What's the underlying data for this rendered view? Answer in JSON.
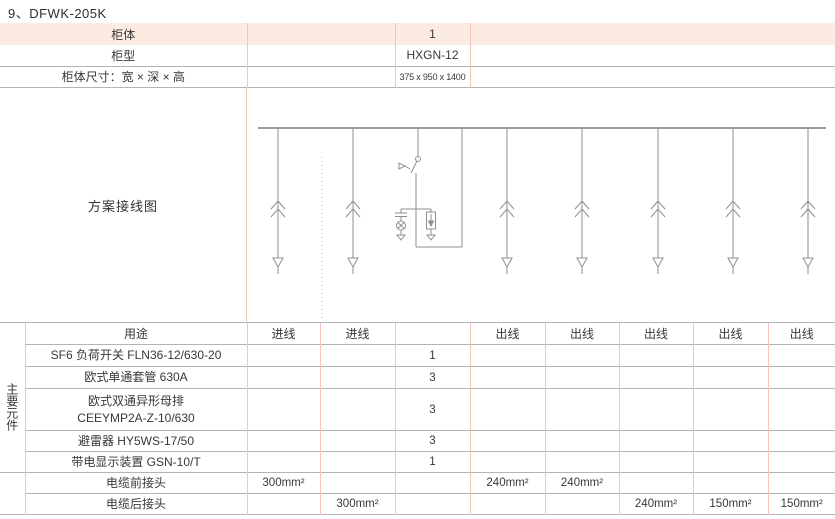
{
  "title": "9、DFWK-205K",
  "colors": {
    "row_highlight": "#fcebe1",
    "pink_border": "#f2c4bd",
    "gray_border": "#b4b4b4",
    "diagram_stroke": "#8f8f8f"
  },
  "spec_table": {
    "rows": [
      {
        "label": "柜体",
        "value": "1"
      },
      {
        "label": "柜型",
        "value": "HXGN-12"
      },
      {
        "label": "柜体尺寸：宽 × 深 × 高",
        "value": "375 x 950 x 1400"
      }
    ]
  },
  "diagram": {
    "label": "方案接线图"
  },
  "components_table": {
    "group_label": "主要元件",
    "header": [
      "用途",
      "进线",
      "进线",
      "",
      "出线",
      "出线",
      "出线",
      "出线",
      "出线"
    ],
    "rows": [
      {
        "label": "SF6 负荷开关 FLN36-12/630-20",
        "cells": [
          "",
          "",
          "1",
          "",
          "",
          "",
          "",
          ""
        ]
      },
      {
        "label": "欧式单通套管 630A",
        "cells": [
          "",
          "",
          "3",
          "",
          "",
          "",
          "",
          ""
        ]
      },
      {
        "label": "欧式双通异形母排\nCEEYMP2A-Z-10/630",
        "cells": [
          "",
          "",
          "3",
          "",
          "",
          "",
          "",
          ""
        ]
      },
      {
        "label": "避雷器 HY5WS-17/50",
        "cells": [
          "",
          "",
          "3",
          "",
          "",
          "",
          "",
          ""
        ]
      },
      {
        "label": "带电显示装置 GSN-10/T",
        "cells": [
          "",
          "",
          "1",
          "",
          "",
          "",
          "",
          ""
        ]
      },
      {
        "label": "电缆前接头",
        "cells": [
          "300mm²",
          "",
          "",
          "240mm²",
          "240mm²",
          "",
          "",
          ""
        ]
      },
      {
        "label": "电缆后接头",
        "cells": [
          "",
          "300mm²",
          "",
          "",
          "",
          "240mm²",
          "150mm²",
          "150mm²"
        ]
      }
    ]
  }
}
